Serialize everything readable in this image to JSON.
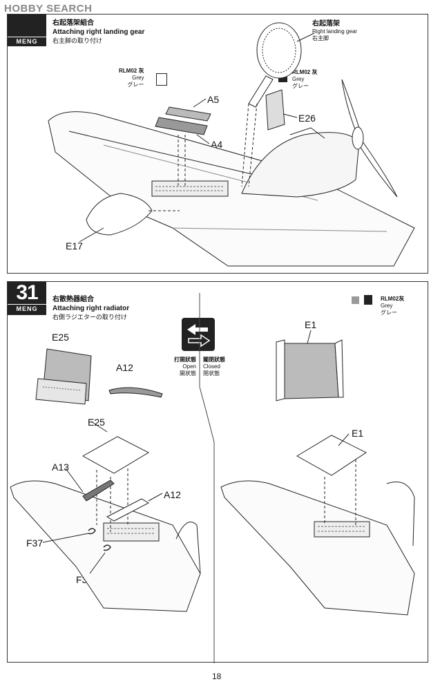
{
  "watermark": "HOBBY SEARCH",
  "step30": {
    "title_cn": "右起落架組合",
    "title_en": "Attaching right landing gear",
    "title_jp": "右主脚の取り付け",
    "brand": "MENG",
    "callout_cn": "右起落架",
    "callout_en": "Right landing gear",
    "callout_jp": "右主脚",
    "paint1": {
      "code": "RLM02 灰",
      "en": "Grey",
      "jp": "グレー"
    },
    "paint2": {
      "code": "RLM02 灰",
      "en": "Grey",
      "jp": "グレー"
    },
    "parts": [
      "A5",
      "A4",
      "E26",
      "E17"
    ]
  },
  "step31": {
    "number": "31",
    "brand": "MENG",
    "title_cn": "右散熱器組合",
    "title_en": "Attaching right radiator",
    "title_jp": "右側ラジエターの取り付け",
    "paint": {
      "code": "RLM02灰",
      "en": "Grey",
      "jp": "グレー"
    },
    "open": {
      "cn": "打開狀態",
      "en": "Open",
      "jp": "開状態"
    },
    "closed": {
      "cn": "關閉狀態",
      "en": "Closed",
      "jp": "閉状態"
    },
    "parts": [
      "E25",
      "A12",
      "E1",
      "E25",
      "A13",
      "A12",
      "F37",
      "F36",
      "E1"
    ]
  },
  "page_number": "18",
  "colors": {
    "grey_swatch": "#9a9a9a",
    "ink": "#222222"
  }
}
